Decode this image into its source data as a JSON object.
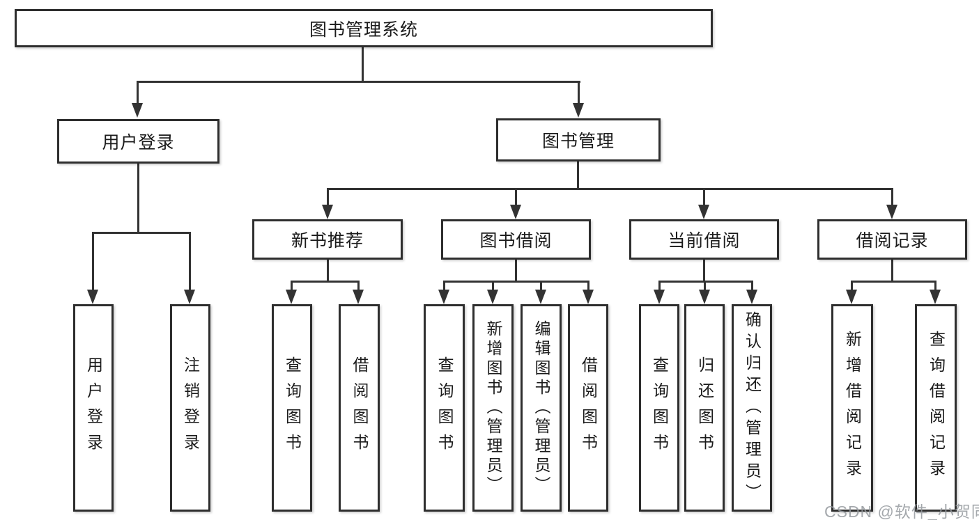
{
  "diagram": {
    "title": "图书管理系统",
    "watermark": "CSDN @软件_小贺同学",
    "colors": {
      "line": "#333333",
      "box_border": "#2e2e2e",
      "box_bg": "#ffffff",
      "text": "#1b1b1b",
      "watermark": "#94999e"
    },
    "nodes": {
      "root": "图书管理系统",
      "user_login": "用户登录",
      "book_mgmt": "图书管理",
      "new_book_rec": "新书推荐",
      "book_borrow": "图书借阅",
      "current_borrow": "当前借阅",
      "borrow_records": "借阅记录"
    },
    "leaves": {
      "user_login": "用户登录",
      "logout": "注销登录",
      "rec_query_books": "查询图书",
      "rec_borrow_books": "借阅图书",
      "bb_query_books": "查询图书",
      "bb_add_books": "新增图书（管理员）",
      "bb_edit_books": "编辑图书（管理员）",
      "bb_borrow_books": "借阅图书",
      "cb_query_books": "查询图书",
      "cb_return_books": "归还图书",
      "cb_confirm_return": "确认归还（管理员）",
      "br_add_record": "新增借阅记录",
      "br_query_record": "查询借阅记录"
    }
  }
}
